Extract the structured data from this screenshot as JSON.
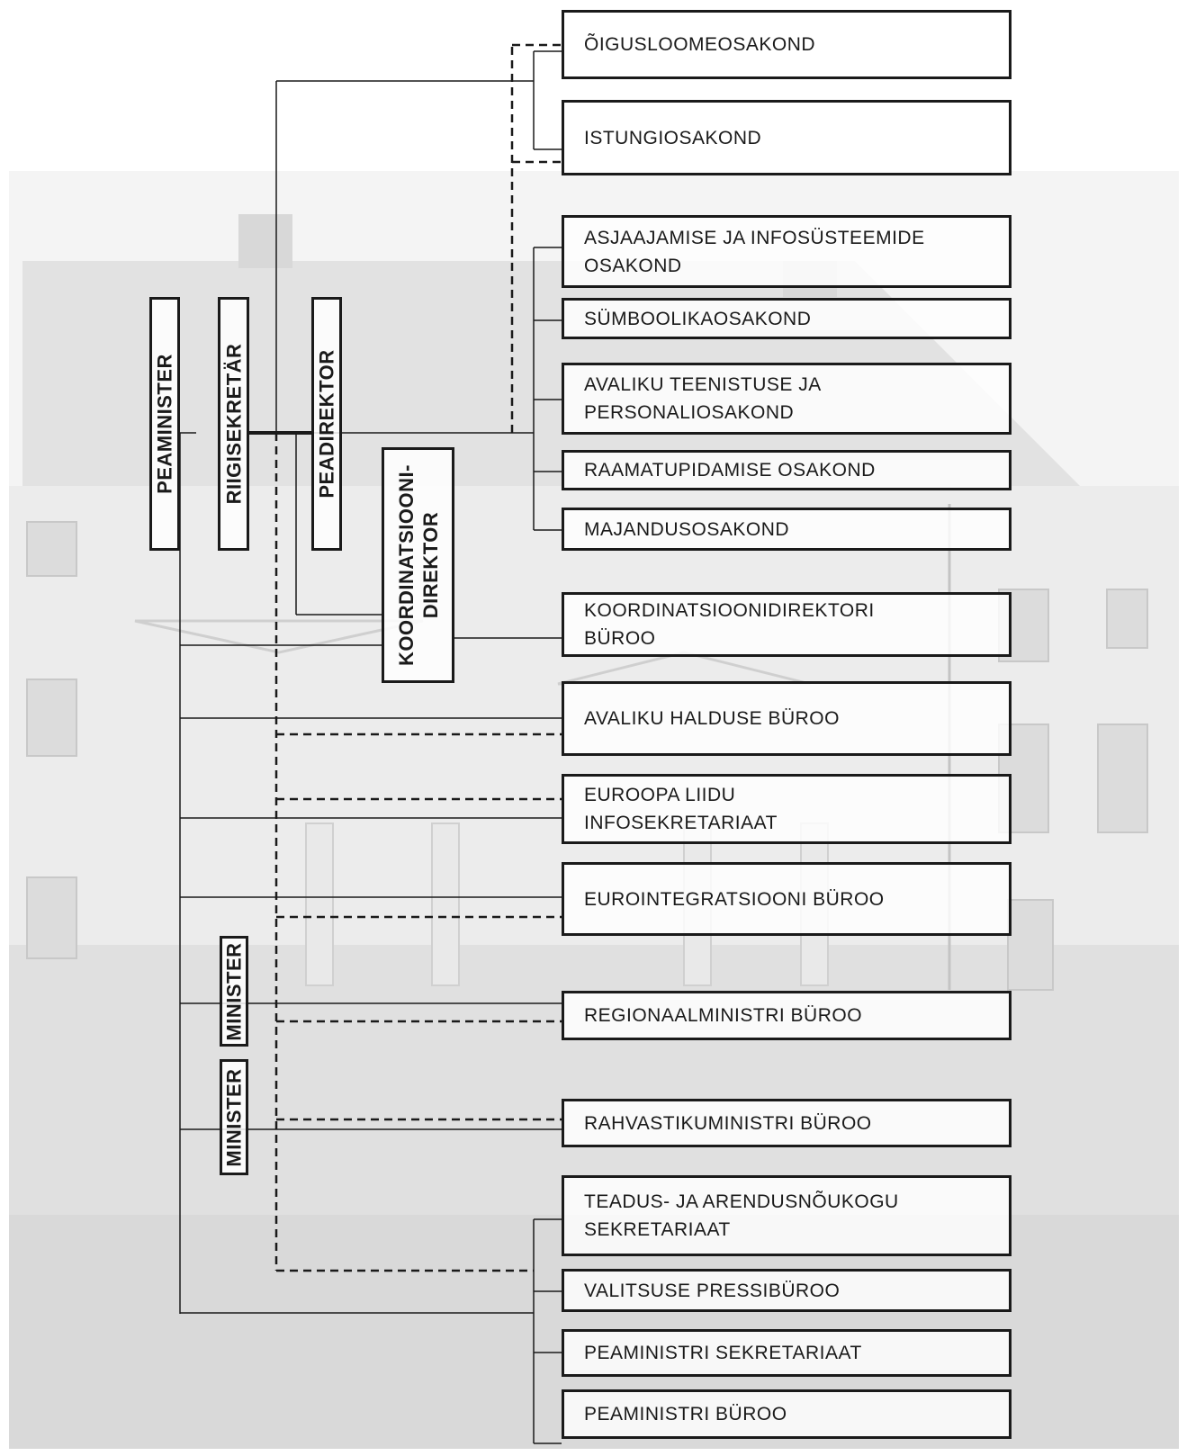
{
  "colors": {
    "line": "#1a1a1a",
    "box_border": "#1a1a1a",
    "background_photo": "#e6e6e6"
  },
  "roles": {
    "peaminister": "PEAMINISTER",
    "riigisekretar": "RIIGISEKRETÄR",
    "peadirektor": "PEADIREKTOR",
    "koordinatsioonidirektor": "KOORDINATSIOONI-\nDIREKTOR",
    "minister_1": "MINISTER",
    "minister_2": "MINISTER"
  },
  "departments": [
    "ÕIGUSLOOMEOSAKOND",
    "ISTUNGIOSAKOND",
    "ASJAAJAMISE JA INFOSÜSTEEMIDE\nOSAKOND",
    "SÜMBOOLIKAOSAKOND",
    "AVALIKU TEENISTUSE JA\nPERSONALIOSAKOND",
    "RAAMATUPIDAMISE OSAKOND",
    "MAJANDUSOSAKOND",
    "KOORDINATSIOONIDIREKTORI\nBÜROO",
    "AVALIKU HALDUSE BÜROO",
    "EUROOPA LIIDU\nINFOSEKRETARIAAT",
    "EUROINTEGRATSIOONI BÜROO",
    "REGIONAALMINISTRI BÜROO",
    "RAHVASTIKUMINISTRI BÜROO",
    "TEADUS- JA ARENDUSNÕUKOGU\nSEKRETARIAAT",
    "VALITSUSE PRESSIBÜROO",
    "PEAMINISTRI SEKRETARIAAT",
    "PEAMINISTRI BÜROO"
  ]
}
